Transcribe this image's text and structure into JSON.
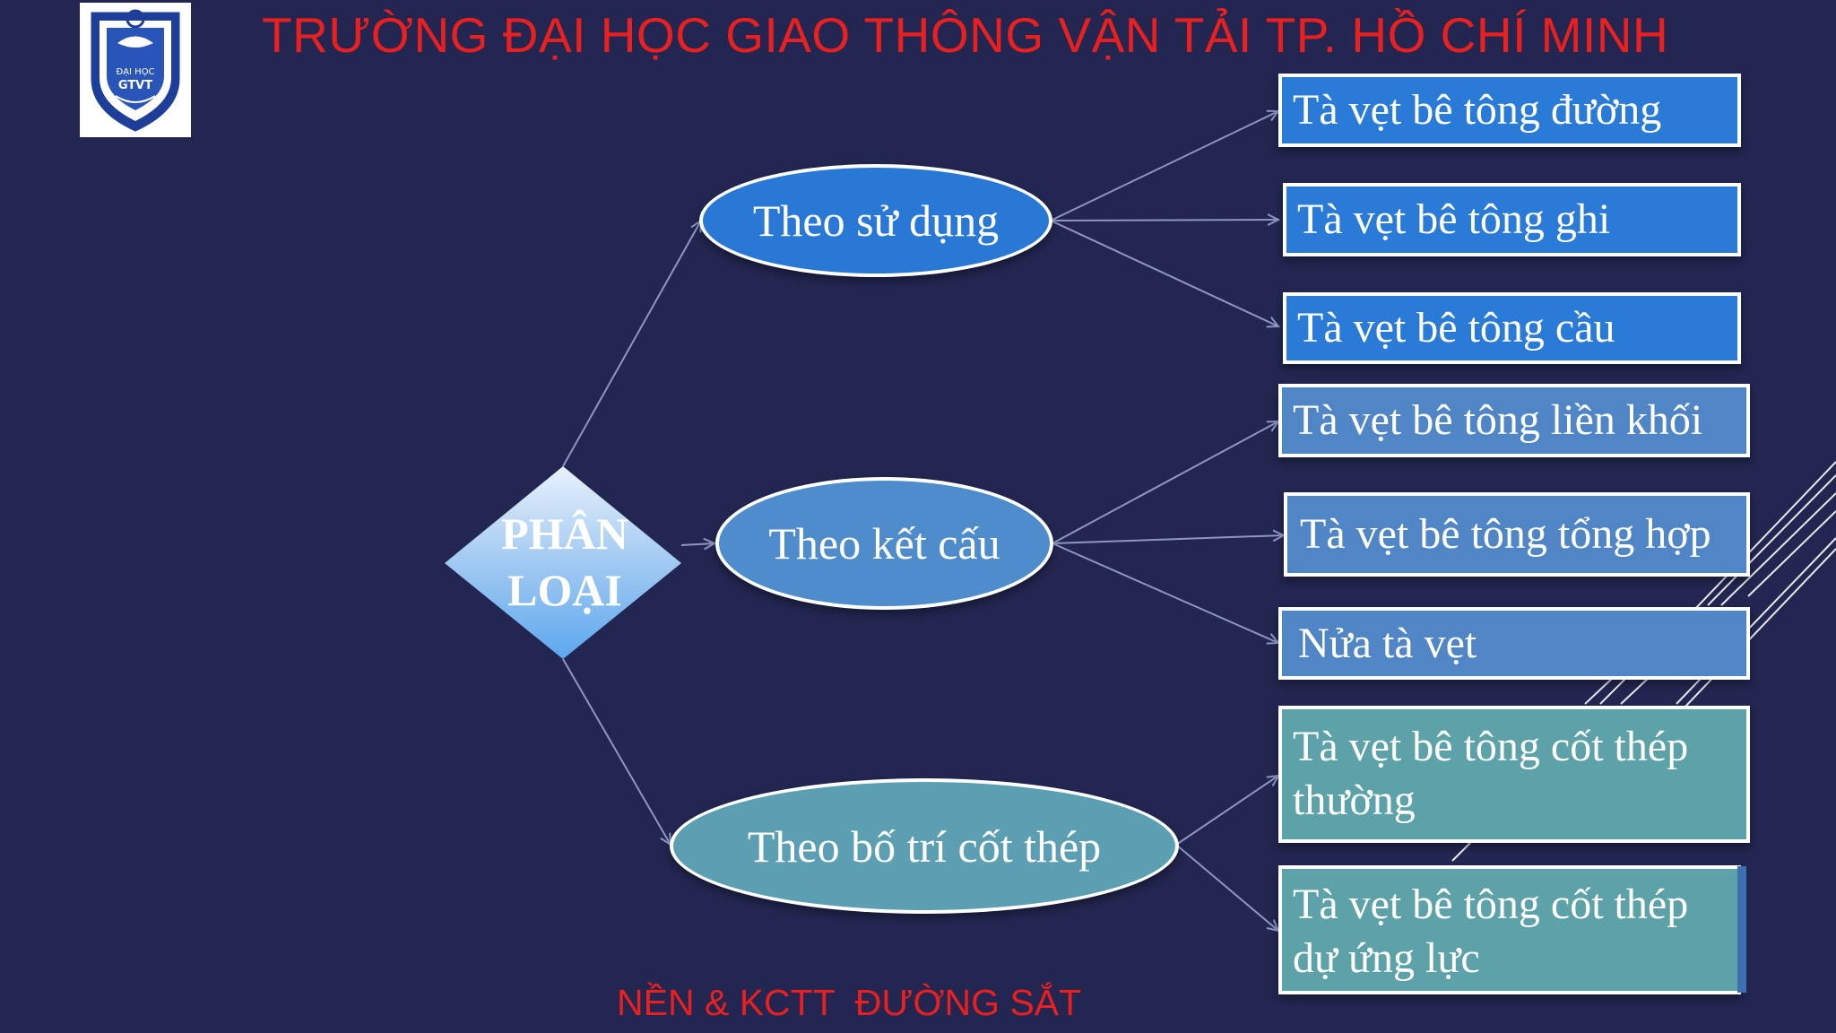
{
  "header": {
    "title": "TRƯỜNG ĐẠI HỌC GIAO THÔNG VẬN TẢI TP. HỒ CHÍ MINH"
  },
  "logo": {
    "line1": "ĐẠI HỌC",
    "line2": "GTVT"
  },
  "diagram": {
    "root": {
      "line1": "PHÂN",
      "line2": "LOẠI"
    },
    "branches": [
      {
        "label": "Theo sử dụng",
        "children": [
          "Tà vẹt bê tông đường",
          "Tà vẹt bê tông ghi",
          "Tà vẹt bê tông cầu"
        ]
      },
      {
        "label": "Theo kết cấu",
        "children": [
          "Tà vẹt bê tông liền khối",
          "Tà vẹt bê tông tổng hợp",
          "Nửa tà vẹt"
        ]
      },
      {
        "label": "Theo bố trí cốt thép",
        "children": [
          {
            "line1": "Tà vẹt bê tông cốt thép",
            "line2": "thường"
          },
          {
            "line1": "Tà vẹt bê tông cốt thép",
            "line2": "dự ứng lực"
          }
        ]
      }
    ]
  },
  "footer": {
    "text": "NỀN & KCTT  ĐƯỜNG SẮT"
  },
  "colors": {
    "background": "#222650",
    "title_red": "#e8201f",
    "node_blue": "#2a7ad8",
    "node_mid_blue": "#5186c6",
    "node_teal": "#5ea2a9",
    "connector": "#8f96c4"
  }
}
